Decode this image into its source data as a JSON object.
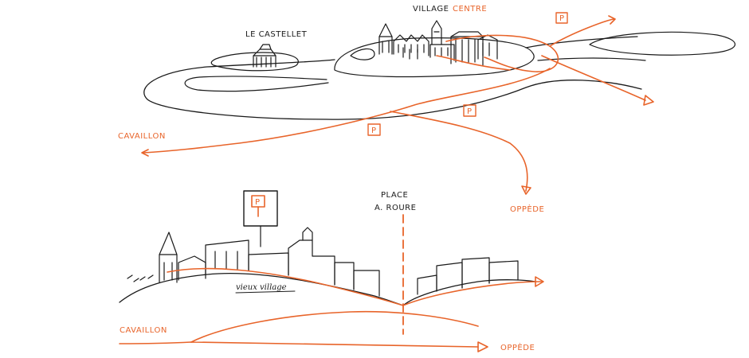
{
  "colors": {
    "ink": "#1a1a1a",
    "accent": "#e8642a",
    "background": "#ffffff"
  },
  "top": {
    "le_castellet": "LE CASTELLET",
    "village_word": "VILLAGE",
    "centre_word": "CENTRE",
    "cavaillon": "CAVAILLON",
    "oppede": "OPPÈDE",
    "parking": [
      "P",
      "P",
      "P"
    ]
  },
  "bottom": {
    "place_line1": "PLACE",
    "place_line2": "A. ROURE",
    "vieux_village": "vieux village",
    "cavaillon": "CAVAILLON",
    "oppede": "OPPÈDE",
    "parking": "P"
  }
}
